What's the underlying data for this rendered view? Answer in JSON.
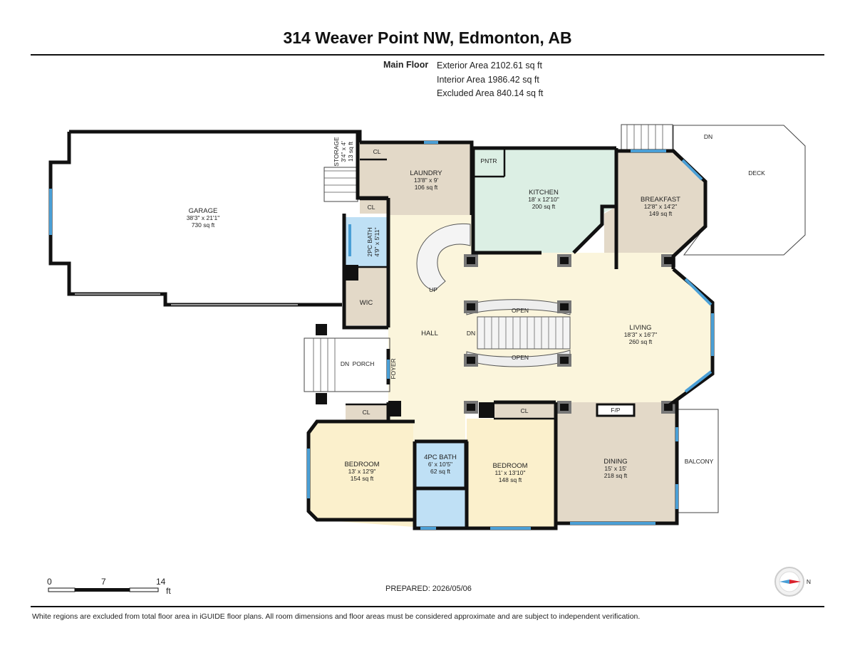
{
  "title": "314 Weaver Point NW, Edmonton, AB",
  "floor_info": {
    "label": "Main Floor",
    "exterior": "Exterior Area 2102.61 sq ft",
    "interior": "Interior Area 1986.42 sq ft",
    "excluded": "Excluded Area 840.14 sq ft"
  },
  "rooms": {
    "garage": {
      "name": "GARAGE",
      "dims": "38'3\" x 21'1\"",
      "area": "730 sq ft"
    },
    "storage": {
      "name": "STORAGE",
      "dims": "3'4\" x 4'",
      "area": "13 sq ft"
    },
    "laundry": {
      "name": "LAUNDRY",
      "dims": "13'8\" x 9'",
      "area": "106 sq ft"
    },
    "kitchen": {
      "name": "KITCHEN",
      "dims": "18' x 12'10\"",
      "area": "200 sq ft"
    },
    "breakfast": {
      "name": "BREAKFAST",
      "dims": "12'8\" x 14'2\"",
      "area": "149 sq ft"
    },
    "bath2": {
      "name": "2PC BATH",
      "dims": "4'9\" x 5'11\""
    },
    "living": {
      "name": "LIVING",
      "dims": "18'3\" x 16'7\"",
      "area": "260 sq ft"
    },
    "bedroom1": {
      "name": "BEDROOM",
      "dims": "13' x 12'9\"",
      "area": "154 sq ft"
    },
    "bath4": {
      "name": "4PC BATH",
      "dims": "6' x 10'5\"",
      "area": "62 sq ft"
    },
    "bedroom2": {
      "name": "BEDROOM",
      "dims": "11' x 13'10\"",
      "area": "148 sq ft"
    },
    "dining": {
      "name": "DINING",
      "dims": "15' x 15'",
      "area": "218 sq ft"
    }
  },
  "labels": {
    "cl": "CL",
    "pntr": "PNTR",
    "wic": "WIC",
    "hall": "HALL",
    "foyer": "FOYER",
    "porch": "PORCH",
    "deck": "DECK",
    "balcony": "BALCONY",
    "open": "OPEN",
    "up": "UP",
    "dn": "DN",
    "fp": "F/P"
  },
  "scale": {
    "ticks": [
      "0",
      "7",
      "14"
    ],
    "unit": "ft"
  },
  "compass": "N",
  "prepared": "PREPARED: 2026/05/06",
  "disclaimer": "White regions are excluded from total floor area in iGUIDE floor plans. All room dimensions and floor areas must be considered approximate and are subject to independent verification.",
  "colors": {
    "wall": "#111111",
    "window": "#4a9fd6",
    "laundry": "#e3d9c8",
    "kitchen": "#dcefe4",
    "breakfast": "#e3d9c8",
    "living": "#fbf5dc",
    "bedroom": "#fbf0cc",
    "bath": "#bfe0f5",
    "dining": "#e3d9c8"
  }
}
